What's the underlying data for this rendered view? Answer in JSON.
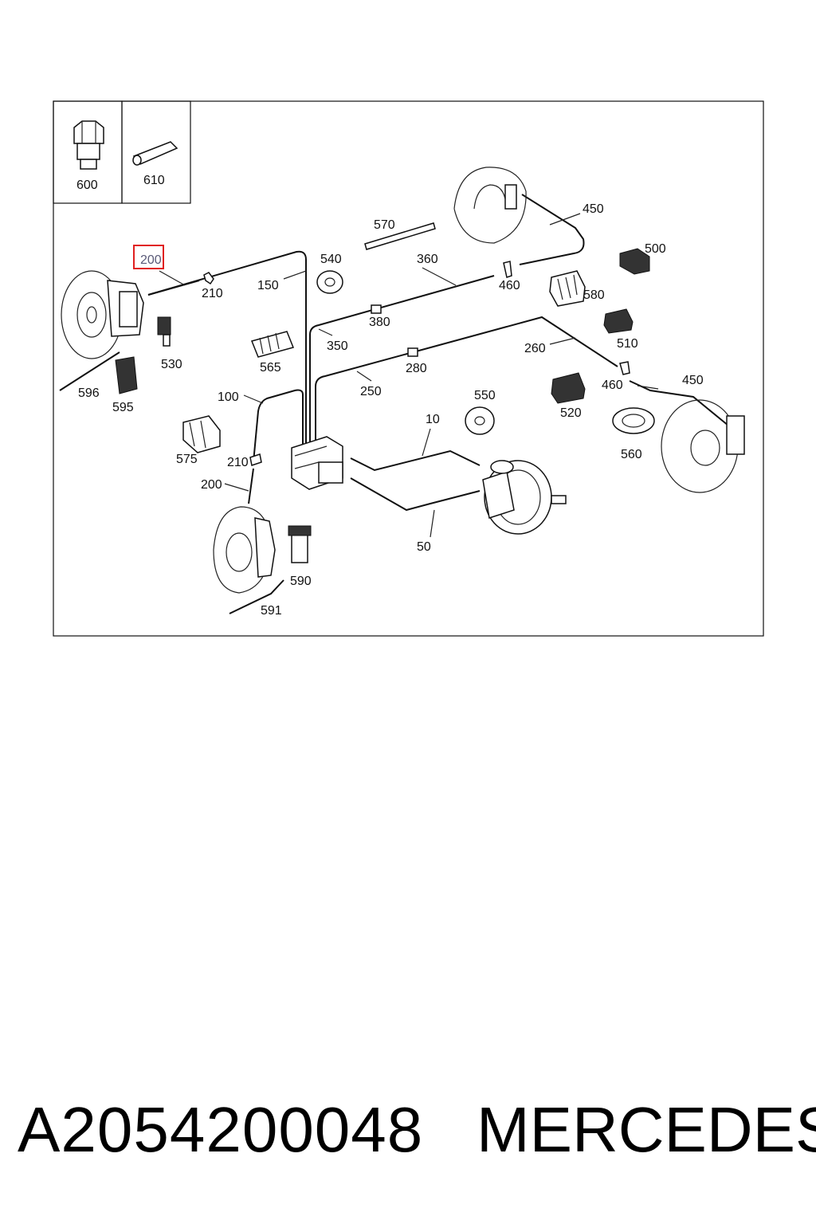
{
  "diagram": {
    "inset_labels": [
      "600",
      "610"
    ],
    "highlight": "200",
    "callouts": [
      "210",
      "150",
      "540",
      "570",
      "360",
      "460",
      "450",
      "500",
      "580",
      "380",
      "510",
      "530",
      "565",
      "350",
      "260",
      "280",
      "596",
      "595",
      "250",
      "460",
      "450",
      "100",
      "550",
      "10",
      "520",
      "575",
      "210",
      "200",
      "560",
      "50",
      "590",
      "591"
    ]
  },
  "footer": {
    "part_number": "A2054200048",
    "brand": "MERCEDES"
  }
}
